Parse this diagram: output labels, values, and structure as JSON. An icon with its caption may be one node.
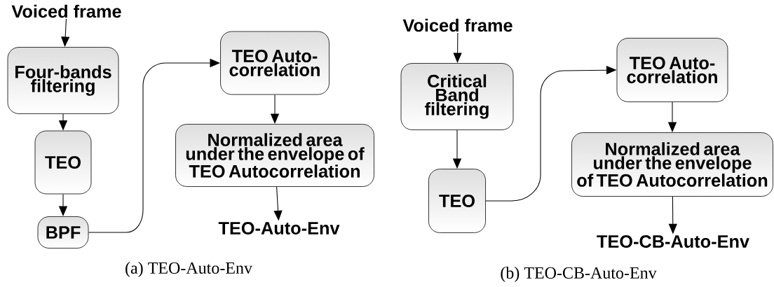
{
  "diagram": {
    "nodes": [
      {
        "text": [
          "Voiced frame"
        ]
      },
      {
        "text": [
          "Four-bands filtering"
        ]
      },
      {
        "text": [
          "TEO"
        ]
      },
      {
        "text": [
          "BPF"
        ]
      },
      {
        "text": [
          "TEO Auto-correlation"
        ]
      },
      {
        "text": [
          "Normalized area under the envelope of TEO Autocorrelation"
        ]
      },
      {
        "text": [
          "TEO-Auto-Env"
        ]
      },
      {
        "text": [
          "Voiced frame"
        ]
      },
      {
        "text": [
          "Critical Band filtering"
        ]
      },
      {
        "text": [
          "TEO"
        ]
      },
      {
        "text": [
          "TEO Auto-correlation"
        ]
      },
      {
        "text": [
          "Normalized area under the envelope of TEO Autocorrelation"
        ]
      },
      {
        "text": [
          "TEO-CB-Auto-Env"
        ]
      }
    ],
    "edges": [
      {
        "from": 0,
        "to": 1,
        "arrow": "to"
      },
      {
        "from": 1,
        "to": 2,
        "arrow": "to"
      },
      {
        "from": 2,
        "to": 3,
        "arrow": "to"
      },
      {
        "from": 3,
        "to": 4,
        "arrow": "to"
      },
      {
        "from": 4,
        "to": 5,
        "arrow": "to"
      },
      {
        "from": 5,
        "to": 6,
        "arrow": "to"
      },
      {
        "from": 7,
        "to": 8,
        "arrow": "to"
      },
      {
        "from": 8,
        "to": 9,
        "arrow": "to"
      },
      {
        "from": 9,
        "to": 10,
        "arrow": "to"
      },
      {
        "from": 10,
        "to": 11,
        "arrow": "to"
      },
      {
        "from": 11,
        "to": 12,
        "arrow": "to"
      }
    ],
    "labels": [
      "(a) TEO-Auto-Env",
      "(b) TEO-CB-Auto-Env"
    ]
  }
}
